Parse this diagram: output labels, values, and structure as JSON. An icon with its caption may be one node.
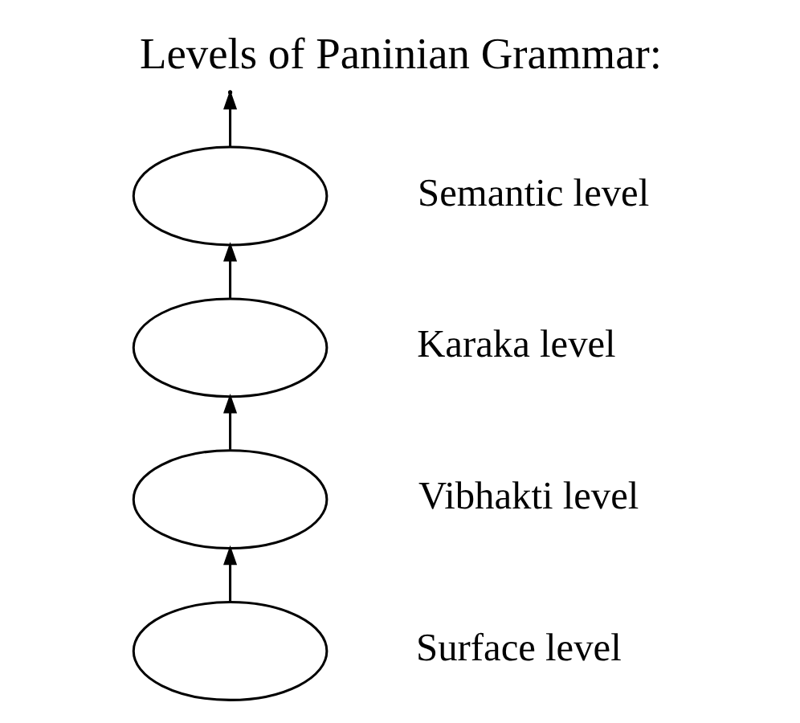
{
  "diagram": {
    "title": "Levels of Paninian Grammar:",
    "nodes": [
      {
        "text": [],
        "shape": "ellipse",
        "beside": [
          "Semantic level"
        ]
      },
      {
        "text": [],
        "shape": "ellipse",
        "beside": [
          "Karaka level"
        ]
      },
      {
        "text": [],
        "shape": "ellipse",
        "beside": [
          "Vibhakti level"
        ]
      },
      {
        "text": [],
        "shape": "ellipse",
        "beside": [
          "Surface level"
        ]
      }
    ],
    "edges": [
      {
        "from": 3,
        "to": 2,
        "arrow": "to"
      },
      {
        "from": 2,
        "to": 1,
        "arrow": "to"
      },
      {
        "from": 1,
        "to": 0,
        "arrow": "to"
      },
      {
        "from": 0,
        "to": null,
        "arrow": "to"
      }
    ]
  }
}
